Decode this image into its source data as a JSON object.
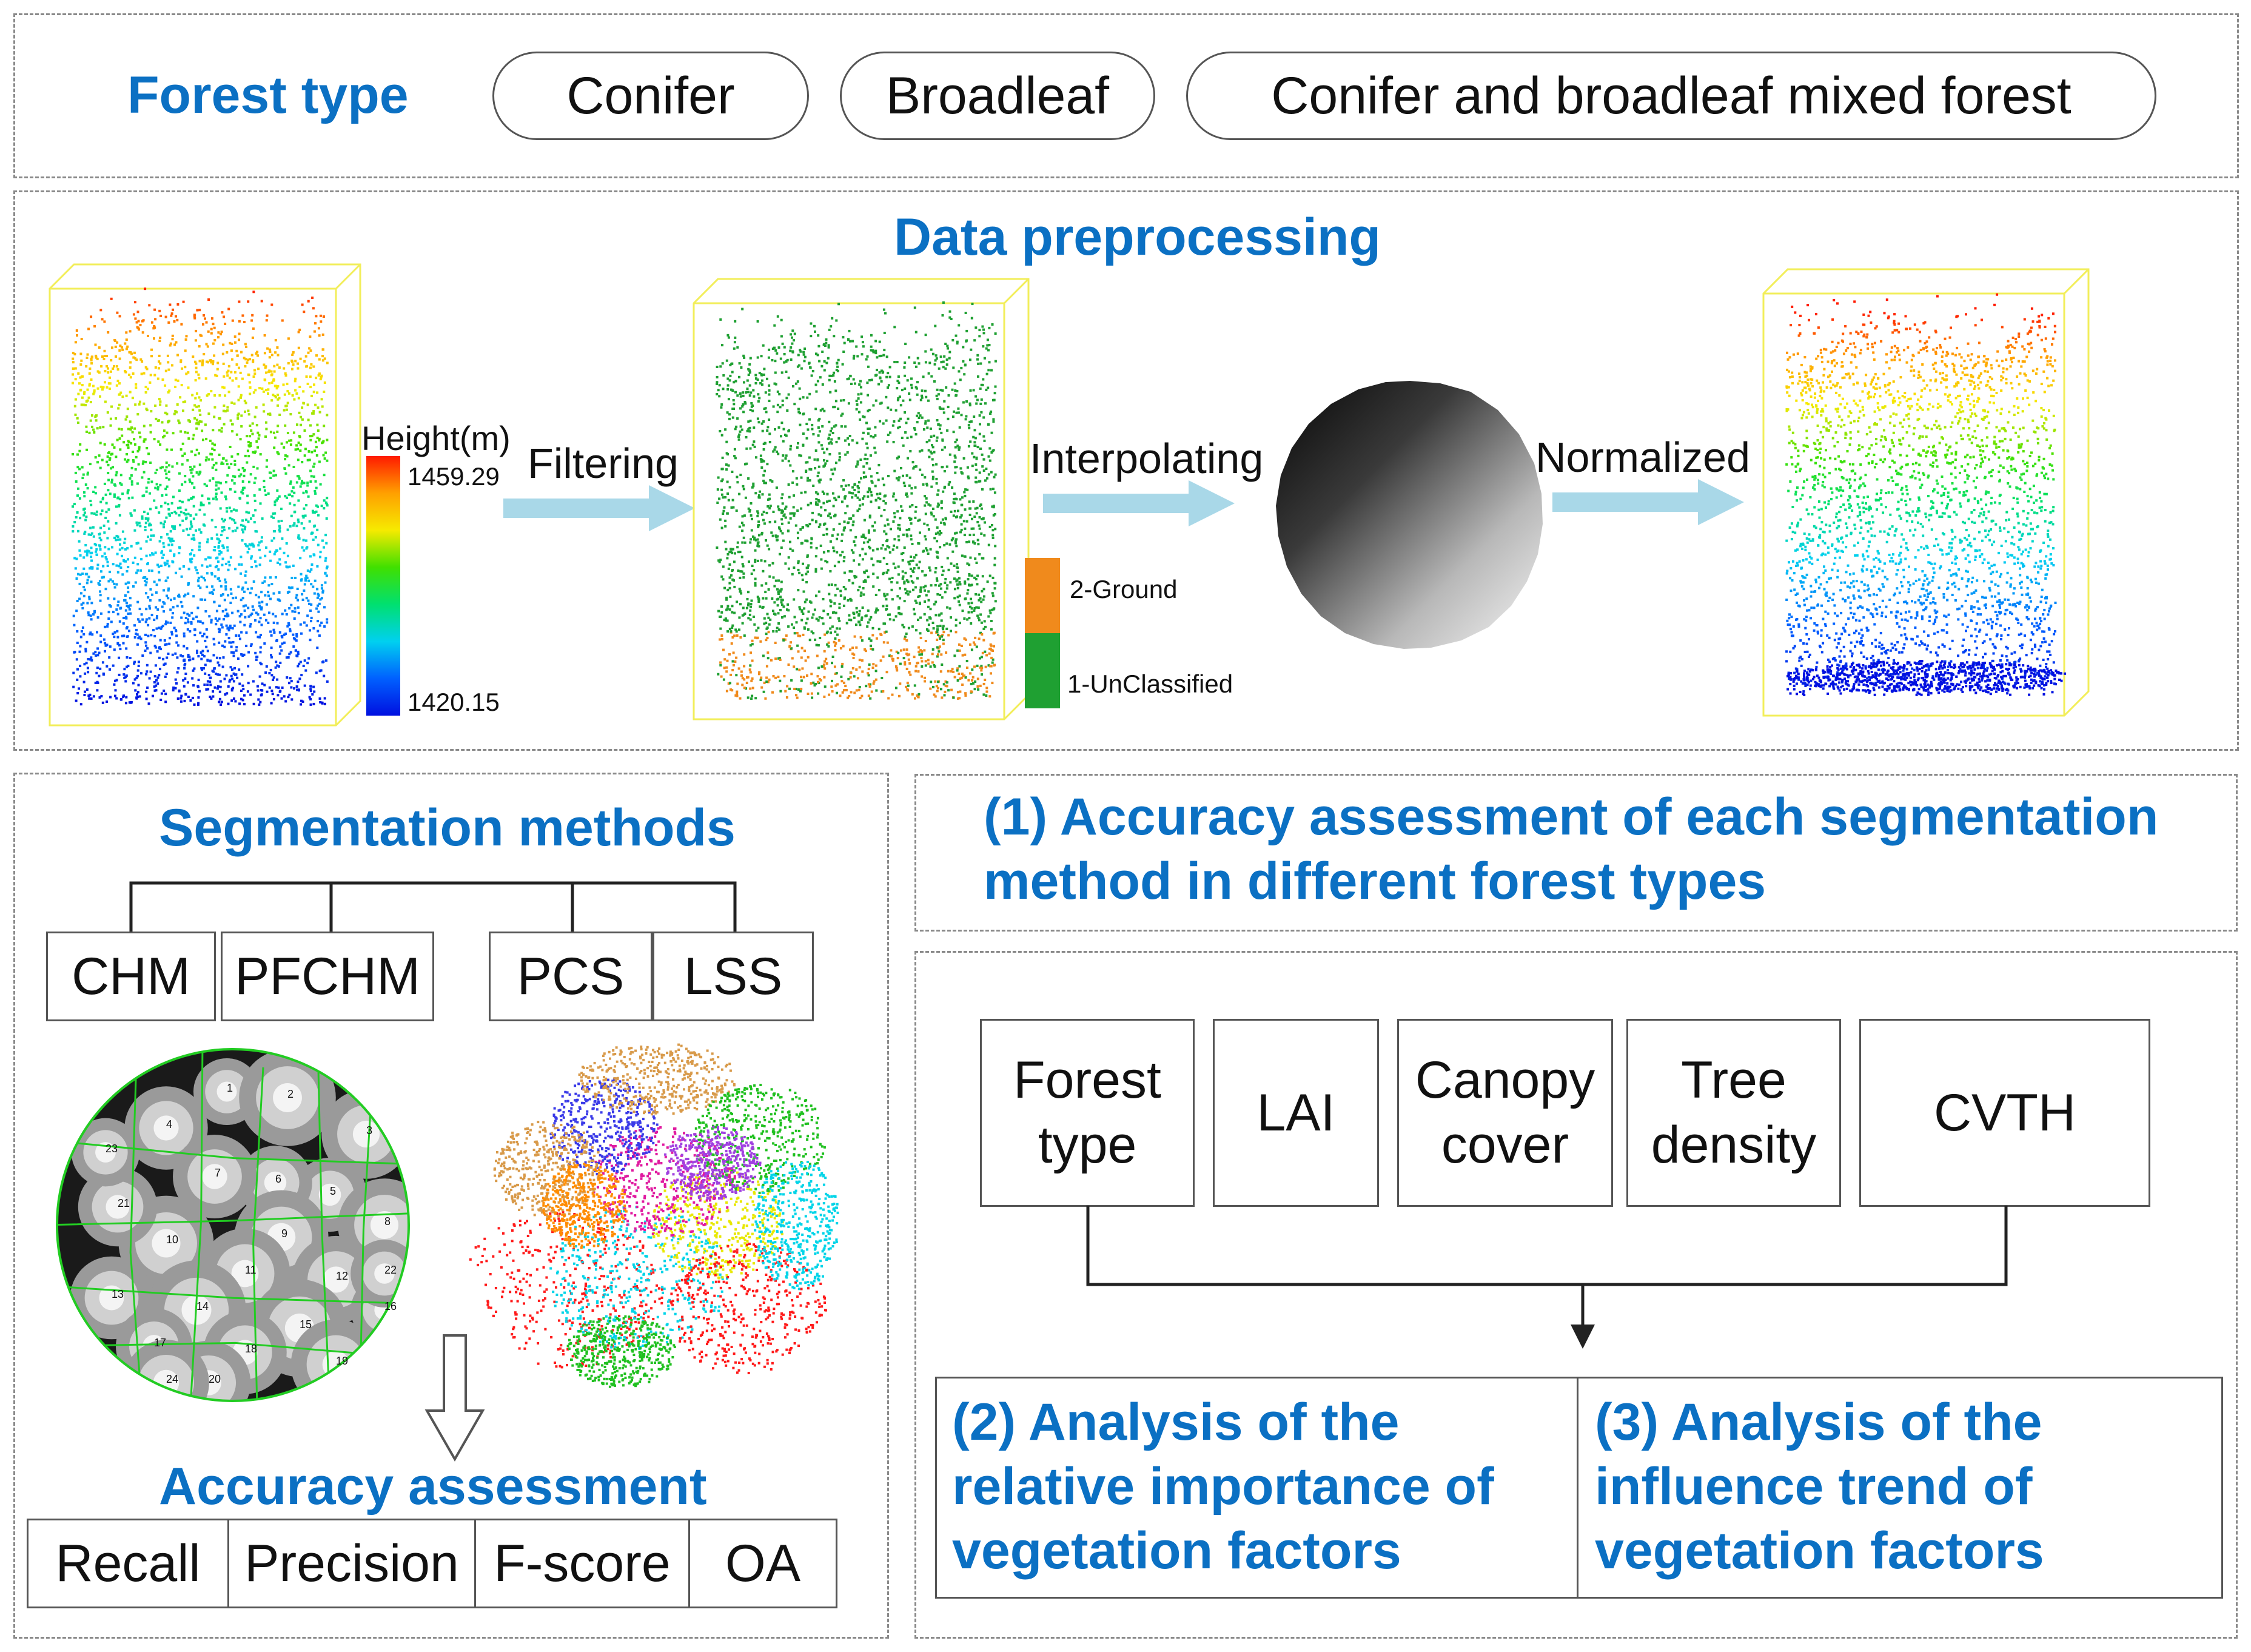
{
  "forest_type": {
    "title": "Forest type",
    "options": [
      "Conifer",
      "Broadleaf",
      "Conifer and broadleaf mixed forest"
    ]
  },
  "preprocessing": {
    "title": "Data preprocessing",
    "height_legend": {
      "title": "Height(m)",
      "max": "1459.29",
      "min": "1420.15"
    },
    "steps": [
      "Filtering",
      "Interpolating",
      "Normalized"
    ],
    "class_legend": [
      "2-Ground",
      "1-UnClassified"
    ]
  },
  "segmentation": {
    "title": "Segmentation methods",
    "methods": [
      "CHM",
      "PFCHM",
      "PCS",
      "LSS"
    ],
    "crown_labels": [
      "1",
      "2",
      "3",
      "4",
      "5",
      "6",
      "7",
      "8",
      "9",
      "10",
      "11",
      "12",
      "13",
      "14",
      "15",
      "16",
      "17",
      "18",
      "19",
      "20",
      "21",
      "22",
      "23",
      "24"
    ]
  },
  "accuracy": {
    "title": "Accuracy assessment",
    "metrics": [
      "Recall",
      "Precision",
      "F-score",
      "OA"
    ]
  },
  "assessment1": {
    "line1": "(1) Accuracy assessment of each segmentation",
    "line2": "method in different forest types"
  },
  "factors": [
    {
      "line1": "Forest",
      "line2": "type"
    },
    {
      "line1": "LAI",
      "line2": ""
    },
    {
      "line1": "Canopy",
      "line2": "cover"
    },
    {
      "line1": "Tree",
      "line2": "density"
    },
    {
      "line1": "CVTH",
      "line2": ""
    }
  ],
  "analysis2": {
    "line1": "(2) Analysis of the",
    "line2": "relative importance of",
    "line3": "vegetation factors"
  },
  "analysis3": {
    "line1": "(3) Analysis of the",
    "line2": "influence trend of",
    "line3": "vegetation factors"
  },
  "colors": {
    "accent": "#0b70c3",
    "arrow": "#a9d8e8",
    "ground": "#f08a1c",
    "unclassified": "#1fa032",
    "frame": "#f2ee5a"
  }
}
